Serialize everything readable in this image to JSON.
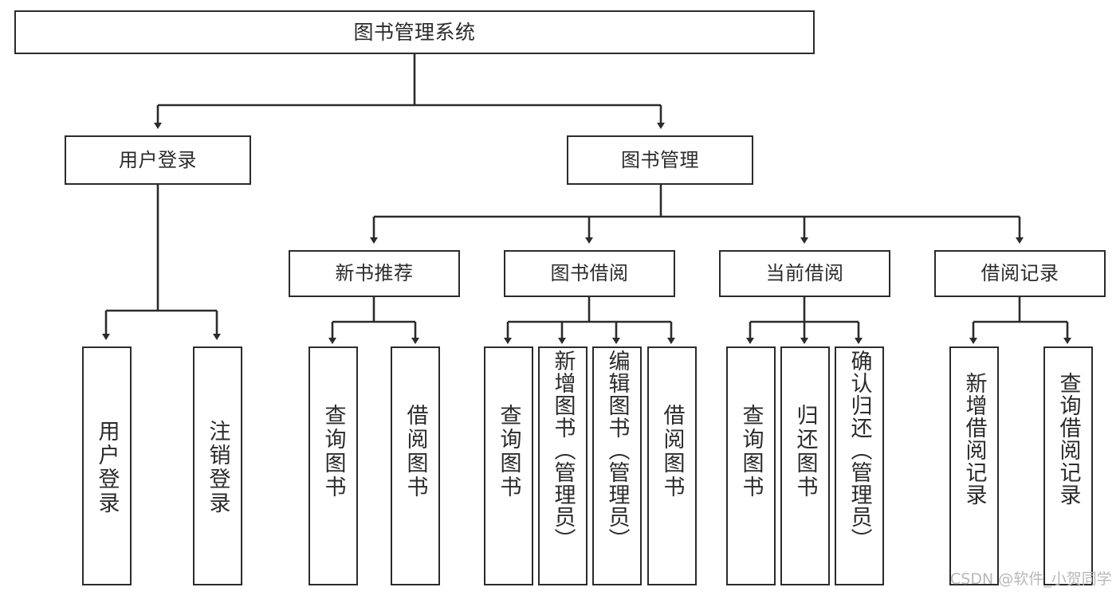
{
  "diagram": {
    "title": "图书管理系统",
    "type": "tree-hierarchy",
    "colors": {
      "stroke": "#2b2b2b",
      "fill": "#ffffff",
      "text": "#2b2b2b",
      "watermark": "#b8b8b8"
    },
    "levels": {
      "root": {
        "label": "图书管理系统"
      },
      "level2": [
        {
          "label": "用户登录"
        },
        {
          "label": "图书管理"
        }
      ],
      "level3": [
        {
          "label": "新书推荐"
        },
        {
          "label": "图书借阅"
        },
        {
          "label": "当前借阅"
        },
        {
          "label": "借阅记录"
        }
      ],
      "leaves": {
        "user_login": [
          {
            "label": "用户登录"
          },
          {
            "label": "注销登录"
          }
        ],
        "new_book_recommend": [
          {
            "label": "查询图书"
          },
          {
            "label": "借阅图书"
          }
        ],
        "book_borrow": [
          {
            "label": "查询图书"
          },
          {
            "label": "新增图书（管理员）"
          },
          {
            "label": "编辑图书（管理员）"
          },
          {
            "label": "借阅图书"
          }
        ],
        "current_borrow": [
          {
            "label": "查询图书"
          },
          {
            "label": "归还图书"
          },
          {
            "label": "确认归还（管理员）"
          }
        ],
        "borrow_record": [
          {
            "label": "新增借阅记录"
          },
          {
            "label": "查询借阅记录"
          }
        ]
      }
    }
  },
  "watermark": {
    "text": "CSDN @软件_小贺同学"
  }
}
